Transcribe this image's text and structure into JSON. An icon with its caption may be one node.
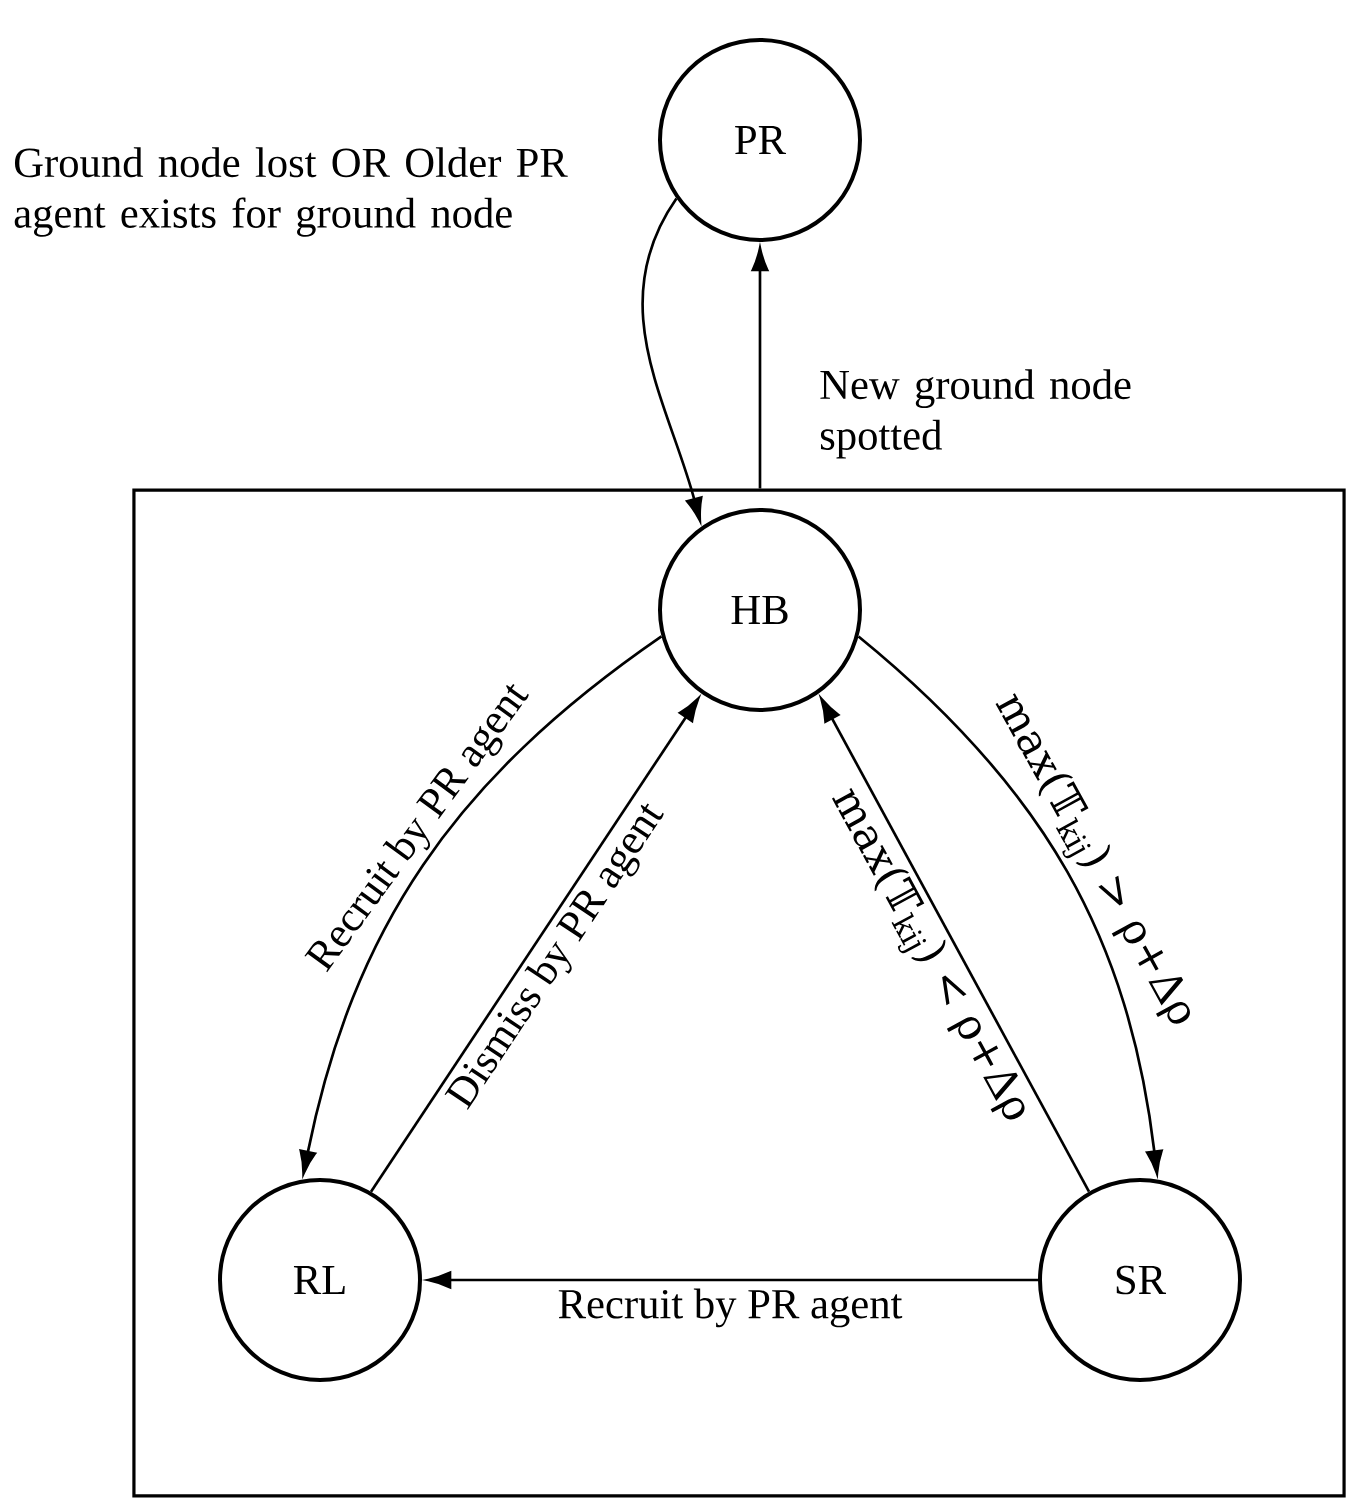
{
  "diagram": {
    "nodes": [
      {
        "text": [
          "PR"
        ]
      },
      {
        "text": [],
        "shape": "box"
      },
      {
        "text": [
          "HB"
        ],
        "in": 1
      },
      {
        "text": [
          "RL"
        ],
        "in": 1
      },
      {
        "text": [
          "SR"
        ],
        "in": 1
      }
    ],
    "edges": [
      {
        "from": 0,
        "to": 2,
        "arrow": "to",
        "label": "Ground node lost OR Older PR agent exists for ground node"
      },
      {
        "from": 1,
        "to": 0,
        "arrow": "to",
        "label": "New ground node spotted"
      },
      {
        "from": 2,
        "to": 3,
        "arrow": "to",
        "label": "Recruit by PR agent"
      },
      {
        "from": 3,
        "to": 2,
        "arrow": "to",
        "label": "Dismiss by PR agent"
      },
      {
        "from": 2,
        "to": 4,
        "arrow": "to",
        "label": "max(𝕋$_{kij}$) > ρ+Δρ"
      },
      {
        "from": 4,
        "to": 2,
        "arrow": "to",
        "label": "max(𝕋$_{kij}$) < ρ+Δρ"
      },
      {
        "from": 4,
        "to": 3,
        "arrow": "to",
        "label": "Recruit by PR agent"
      }
    ]
  }
}
